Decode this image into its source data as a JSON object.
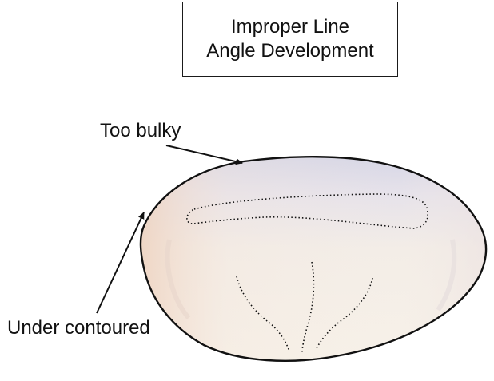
{
  "title": {
    "line1": "Improper Line",
    "line2": "Angle Development"
  },
  "labels": {
    "too_bulky": "Too bulky",
    "under_contoured": "Under contoured"
  },
  "colors": {
    "outline": "#111111",
    "tooth_top": "#d9d8e6",
    "tooth_mid": "#f1ece7",
    "tooth_bottom": "#f6efe6",
    "tooth_left": "#f0d9c8"
  }
}
